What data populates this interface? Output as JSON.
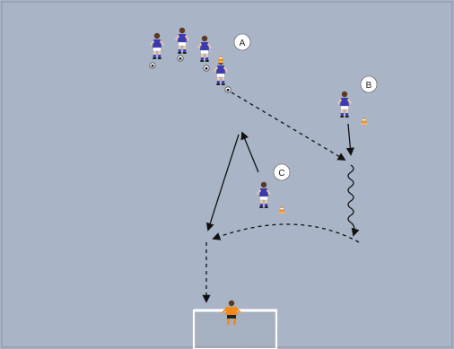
{
  "diagram": {
    "pitch_color": "#a9b4c6",
    "kit_color": "#3b3ab0",
    "keeper_color": "#f08c1e",
    "arrow_color": "#111111",
    "labels": {
      "group_a": "A",
      "player_b": "B",
      "player_c": "C"
    },
    "elements": {
      "cones": [
        "cone-icon",
        "cone-icon",
        "cone-icon"
      ],
      "balls": [
        "ball-icon",
        "ball-icon",
        "ball-icon",
        "ball-icon"
      ],
      "goal": "goal-icon"
    }
  }
}
